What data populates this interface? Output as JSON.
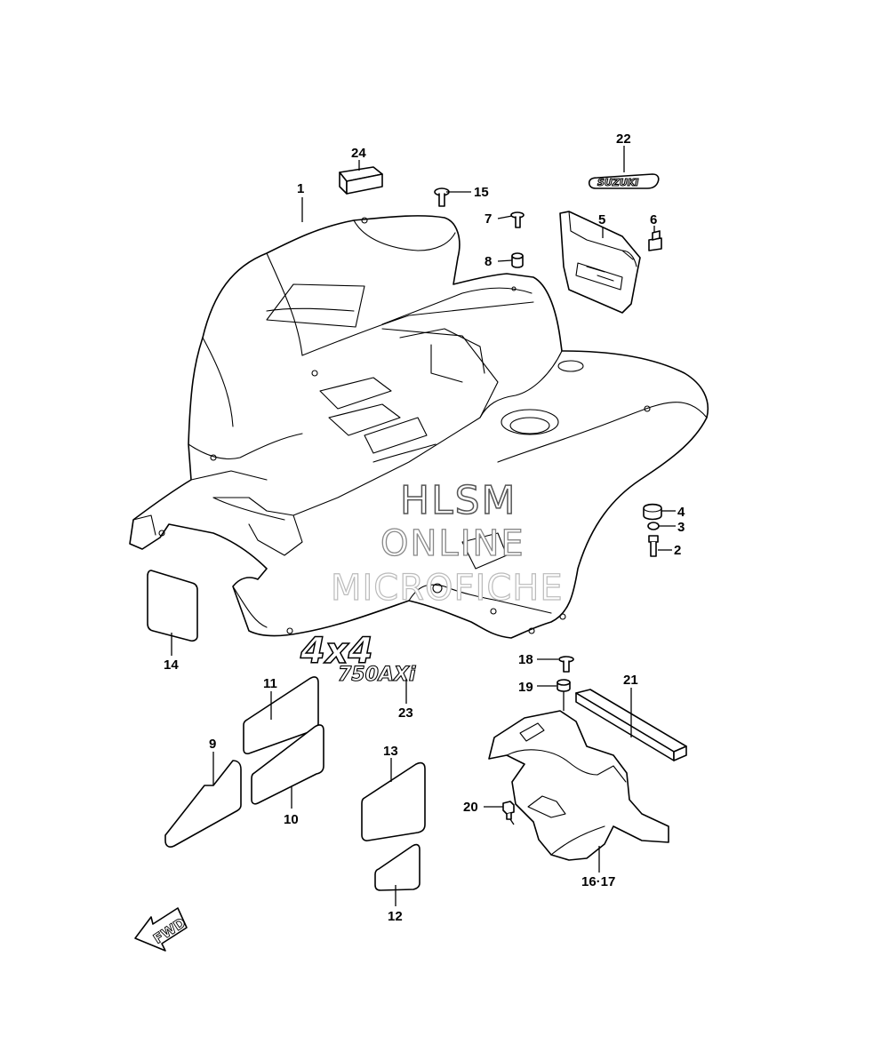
{
  "callouts": {
    "c1": "1",
    "c2": "2",
    "c3": "3",
    "c4": "4",
    "c5": "5",
    "c6": "6",
    "c7": "7",
    "c8": "8",
    "c9": "9",
    "c10": "10",
    "c11": "11",
    "c12": "12",
    "c13": "13",
    "c14": "14",
    "c15": "15",
    "c16_17": "16·17",
    "c18": "18",
    "c19": "19",
    "c20": "20",
    "c21": "21",
    "c22": "22",
    "c23": "23",
    "c24": "24"
  },
  "labels": {
    "suzuki_emblem": "SUZUKI",
    "emblem_4x4": "4x4",
    "emblem_model": "750AXi",
    "fwd_arrow": "FWD"
  },
  "watermark": {
    "line1": "HLSM",
    "line2": "ONLINE",
    "line3": "MICROFICHE"
  }
}
